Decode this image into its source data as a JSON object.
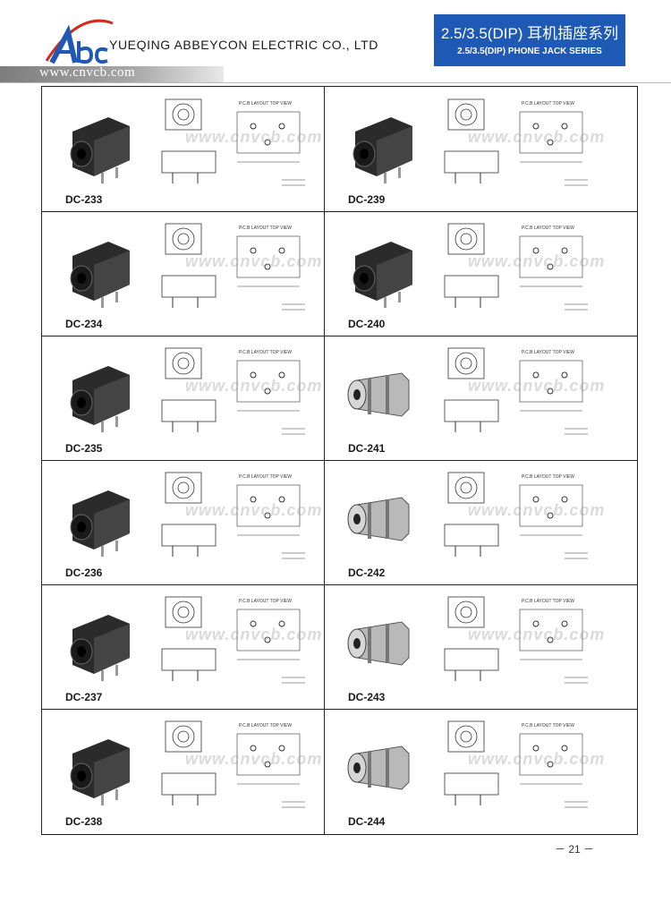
{
  "header": {
    "company": "YUEQING ABBEYCON ELECTRIC CO., LTD",
    "logo_text": "Abc",
    "series_cn": "2.5/3.5(DIP) 耳机插座系列",
    "series_en": "2.5/3.5(DIP) PHONE JACK SERIES",
    "url": "www.cnvcb.com"
  },
  "watermark": "www.cnvcb.com",
  "drawing_label": "P.C.B LAYOUT TOP VIEW",
  "left_models": [
    "DC-233",
    "DC-234",
    "DC-235",
    "DC-236",
    "DC-237",
    "DC-238"
  ],
  "right_models": [
    "DC-239",
    "DC-240",
    "DC-241",
    "DC-242",
    "DC-243",
    "DC-244"
  ],
  "page_number": "－ 21 －",
  "colors": {
    "brand_blue": "#1d59b5",
    "logo_red": "#d32a1e"
  }
}
